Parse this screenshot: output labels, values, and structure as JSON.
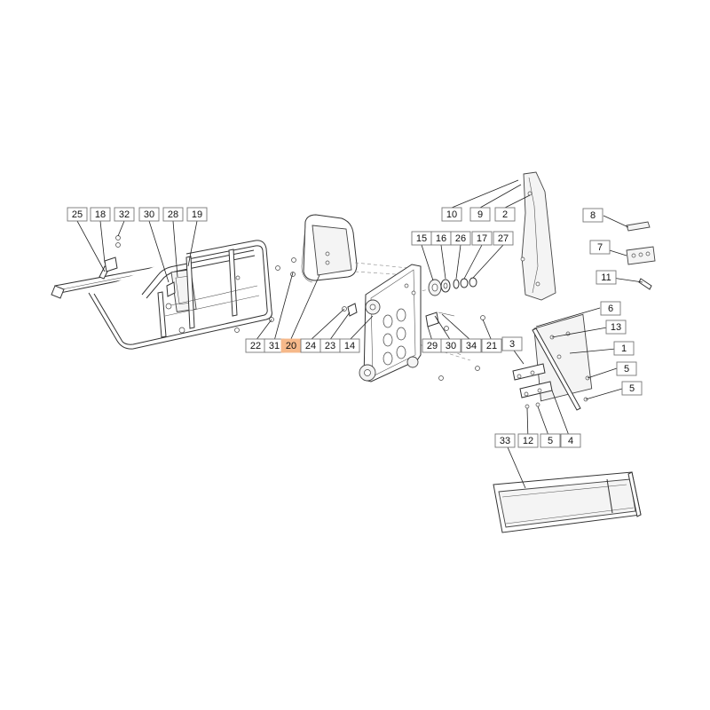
{
  "diagram": {
    "highlight_color": "#f6b98a",
    "labels": [
      {
        "text": "25",
        "highlighted": false
      },
      {
        "text": "18",
        "highlighted": false
      },
      {
        "text": "32",
        "highlighted": false
      },
      {
        "text": "30",
        "highlighted": false
      },
      {
        "text": "28",
        "highlighted": false
      },
      {
        "text": "19",
        "highlighted": false
      },
      {
        "text": "22",
        "highlighted": false
      },
      {
        "text": "31",
        "highlighted": false
      },
      {
        "text": "20",
        "highlighted": true
      },
      {
        "text": "24",
        "highlighted": false
      },
      {
        "text": "23",
        "highlighted": false
      },
      {
        "text": "14",
        "highlighted": false
      },
      {
        "text": "15",
        "highlighted": false
      },
      {
        "text": "16",
        "highlighted": false
      },
      {
        "text": "26",
        "highlighted": false
      },
      {
        "text": "17",
        "highlighted": false
      },
      {
        "text": "27",
        "highlighted": false
      },
      {
        "text": "29",
        "highlighted": false
      },
      {
        "text": "30",
        "highlighted": false
      },
      {
        "text": "34",
        "highlighted": false
      },
      {
        "text": "21",
        "highlighted": false
      },
      {
        "text": "10",
        "highlighted": false
      },
      {
        "text": "9",
        "highlighted": false
      },
      {
        "text": "2",
        "highlighted": false
      },
      {
        "text": "8",
        "highlighted": false
      },
      {
        "text": "7",
        "highlighted": false
      },
      {
        "text": "11",
        "highlighted": false
      },
      {
        "text": "6",
        "highlighted": false
      },
      {
        "text": "13",
        "highlighted": false
      },
      {
        "text": "3",
        "highlighted": false
      },
      {
        "text": "1",
        "highlighted": false
      },
      {
        "text": "5",
        "highlighted": false
      },
      {
        "text": "5",
        "highlighted": false
      },
      {
        "text": "12",
        "highlighted": false
      },
      {
        "text": "5",
        "highlighted": false
      },
      {
        "text": "4",
        "highlighted": false
      },
      {
        "text": "33",
        "highlighted": false
      }
    ]
  }
}
